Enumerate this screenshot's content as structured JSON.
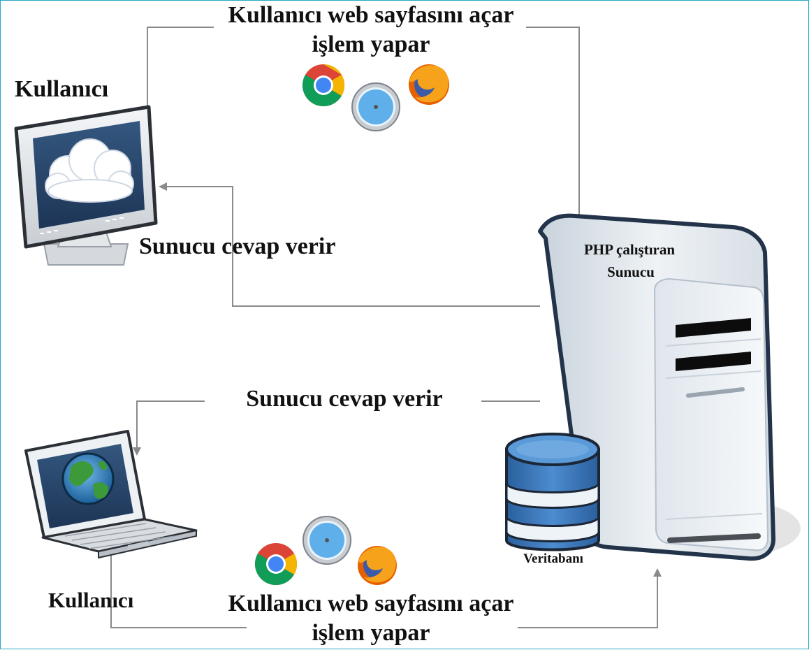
{
  "top_flow": {
    "line1": "Kullanıcı web sayfasını açar",
    "line2": "işlem yapar"
  },
  "bottom_flow": {
    "line1": "Kullanıcı web sayfasını açar",
    "line2": "işlem yapar"
  },
  "user_desktop_label": "Kullanıcı",
  "user_laptop_label": "Kullanıcı",
  "response_top": "Sunucu cevap verir",
  "response_bottom": "Sunucu cevap verir",
  "server": {
    "line1": "PHP çalıştıran",
    "line2": "Sunucu"
  },
  "database_label": "Veritabanı",
  "icons": [
    "chrome-icon",
    "safari-icon",
    "firefox-icon",
    "monitor-icon",
    "cloud-icon",
    "laptop-icon",
    "globe-icon",
    "server-icon",
    "database-icon"
  ],
  "colors": {
    "frame": "#2aa6c6",
    "connector": "#8a8a8a",
    "screen": "#2b4a73",
    "db": "#2f6fb0"
  }
}
